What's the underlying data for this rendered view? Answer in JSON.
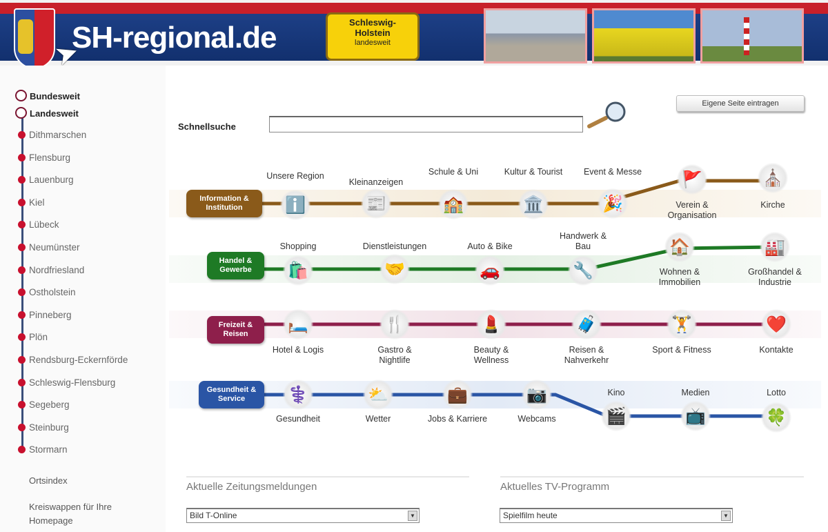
{
  "header": {
    "logo": "SH-regional.de",
    "sign": {
      "line1": "Schleswig-",
      "line2": "Holstein",
      "line3": "landesweit"
    }
  },
  "sidebar": {
    "top": [
      "Bundesweit",
      "Landesweit"
    ],
    "items": [
      "Dithmarschen",
      "Flensburg",
      "Lauenburg",
      "Kiel",
      "Lübeck",
      "Neumünster",
      "Nordfriesland",
      "Ostholstein",
      "Pinneberg",
      "Plön",
      "Rendsburg-Eckernförde",
      "Schleswig-Flensburg",
      "Segeberg",
      "Steinburg",
      "Stormarn"
    ],
    "extra": [
      "Ortsindex",
      "Kreiswappen für Ihre Homepage"
    ]
  },
  "search": {
    "label": "Schnellsuche",
    "value": "",
    "button": "magnifier-icon"
  },
  "own_page_button": "Eigene Seite eintragen",
  "categories": [
    {
      "label": "Information & Institution",
      "color": "#8a5a1a",
      "items": [
        "Unsere Region",
        "Kleinanzeigen",
        "Schule & Uni",
        "Kultur & Tourist",
        "Event & Messe",
        "Verein & Organisation",
        "Kirche"
      ]
    },
    {
      "label": "Handel & Gewerbe",
      "color": "#1e7a25",
      "items": [
        "Shopping",
        "Dienstleistungen",
        "Auto & Bike",
        "Handwerk & Bau",
        "Wohnen & Immobilien",
        "Großhandel & Industrie"
      ]
    },
    {
      "label": "Freizeit & Reisen",
      "color": "#8e1f4b",
      "items": [
        "Hotel & Logis",
        "Gastro & Nightlife",
        "Beauty & Wellness",
        "Reisen & Nahverkehr",
        "Sport & Fitness",
        "Kontakte"
      ]
    },
    {
      "label": "Gesundheit & Service",
      "color": "#2a55a5",
      "items": [
        "Gesundheit",
        "Wetter",
        "Jobs & Karriere",
        "Webcams",
        "Kino",
        "Medien",
        "Lotto"
      ]
    }
  ],
  "news": {
    "title": "Aktuelle Zeitungsmeldungen",
    "selected": "Bild T-Online"
  },
  "tv": {
    "title": "Aktuelles TV-Programm",
    "selected": "Spielfilm heute"
  }
}
